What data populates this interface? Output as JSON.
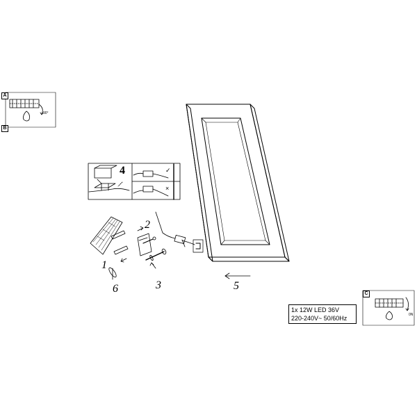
{
  "panels": {
    "a": {
      "letter": "A",
      "angle_label": "90°"
    },
    "b": {
      "letter": "B"
    },
    "c": {
      "letter": "C",
      "angle_label": "0N"
    }
  },
  "steps": {
    "step1": "1",
    "step2": "2",
    "step3": "3",
    "step4": "4",
    "step5": "5",
    "step6": "6"
  },
  "wiring_inset": {
    "correct_mark": "✓",
    "wrong_mark": "×"
  },
  "spec": {
    "line1": "1x 12W LED 36V",
    "line2": "220-240V~ 50/60Hz"
  }
}
